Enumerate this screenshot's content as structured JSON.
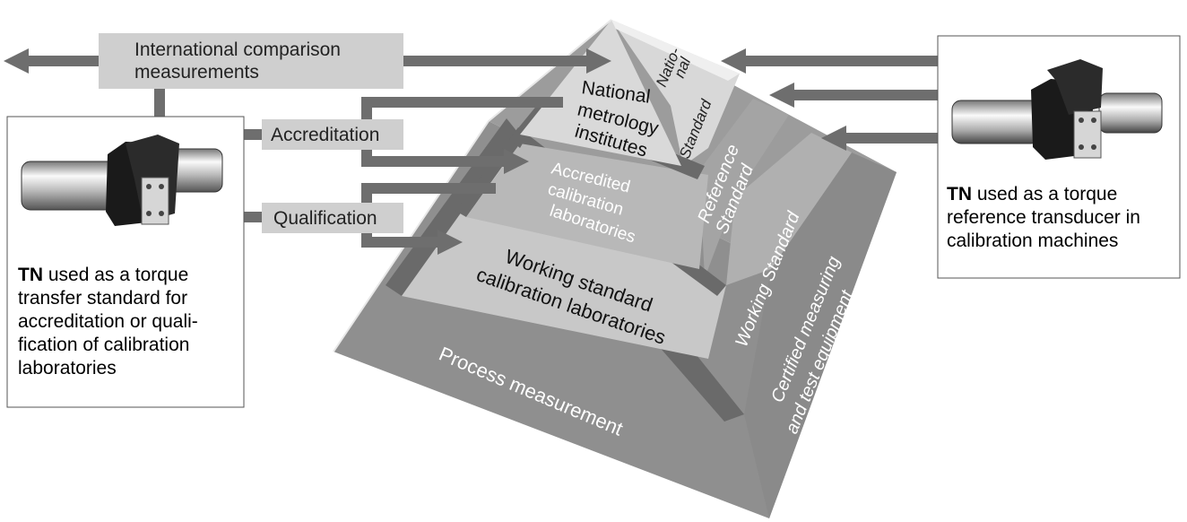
{
  "left_box": {
    "lead": "TN",
    "text": [
      " used as a torque",
      "transfer standard for",
      "accreditation or quali-",
      "fication of calibration",
      "laboratories"
    ]
  },
  "right_box": {
    "lead": "TN",
    "text": [
      " used as a torque",
      "reference transducer in",
      "calibration machines"
    ]
  },
  "labels": {
    "intl_line1": "International comparison",
    "intl_line2": "measurements",
    "accreditation": "Accreditation",
    "qualification": "Qualification"
  },
  "pyramid_front": {
    "national_1": "National",
    "national_2": "metrology",
    "national_3": "institutes",
    "accredited_1": "Accredited",
    "accredited_2": "calibration",
    "accredited_3": "laboratories",
    "working_1": "Working standard",
    "working_2": "calibration laboratories",
    "process": "Process measurement"
  },
  "pyramid_side": {
    "national_1": "Natio-",
    "national_2": "nal",
    "national_3": "Standard",
    "reference_1": "Reference",
    "reference_2": "Standard",
    "working": "Working Standard",
    "certified_1": "Certified measuring",
    "certified_2": "and test equipment"
  },
  "colors": {
    "arrow": "#6e6e6e",
    "label_box": "#cfcfcf",
    "tier_top": "#d9d9d9",
    "tier_mid": "#b8b8b8",
    "tier_low": "#c8c8c8",
    "tier_base": "#8f8f8f",
    "separator": "#6a6a6a",
    "side_top": "#ececec",
    "side": "#9c9c9c"
  }
}
